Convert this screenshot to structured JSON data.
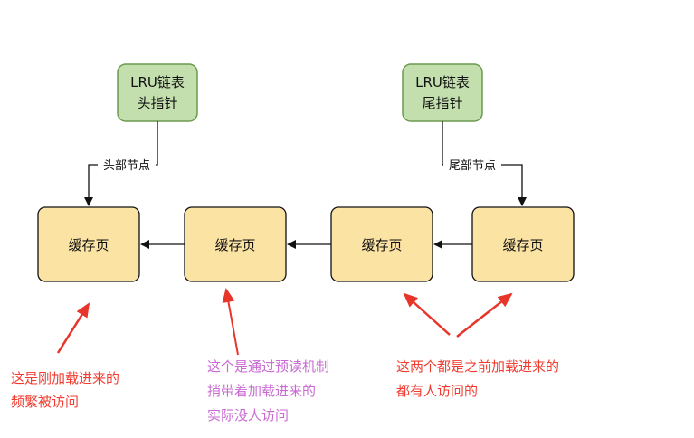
{
  "head_pointer": {
    "line1": "LRU链表",
    "line2": "头指针",
    "edge_label": "头部节点"
  },
  "tail_pointer": {
    "line1": "LRU链表",
    "line2": "尾指针",
    "edge_label": "尾部节点"
  },
  "pages": [
    {
      "label": "缓存页"
    },
    {
      "label": "缓存页"
    },
    {
      "label": "缓存页"
    },
    {
      "label": "缓存页"
    }
  ],
  "annotations": {
    "loaded": {
      "lines": [
        "这是刚加载进来的",
        "频繁被访问"
      ],
      "color": "#f03c30"
    },
    "prefetched": {
      "lines": [
        "这个是通过预读机制",
        "捎带着加载进来的",
        "实际没人访问"
      ],
      "color": "#c86ad2"
    },
    "older": {
      "lines": [
        "这两个都是之前加载进来的",
        "都有人访问的"
      ],
      "color": "#f03c30"
    }
  },
  "colors": {
    "pointer_fill": "#c3dfae",
    "pointer_stroke": "#6c9a4e",
    "page_fill": "#fbe3a3",
    "page_stroke": "#111111",
    "arrow_red": "#e8352a"
  }
}
